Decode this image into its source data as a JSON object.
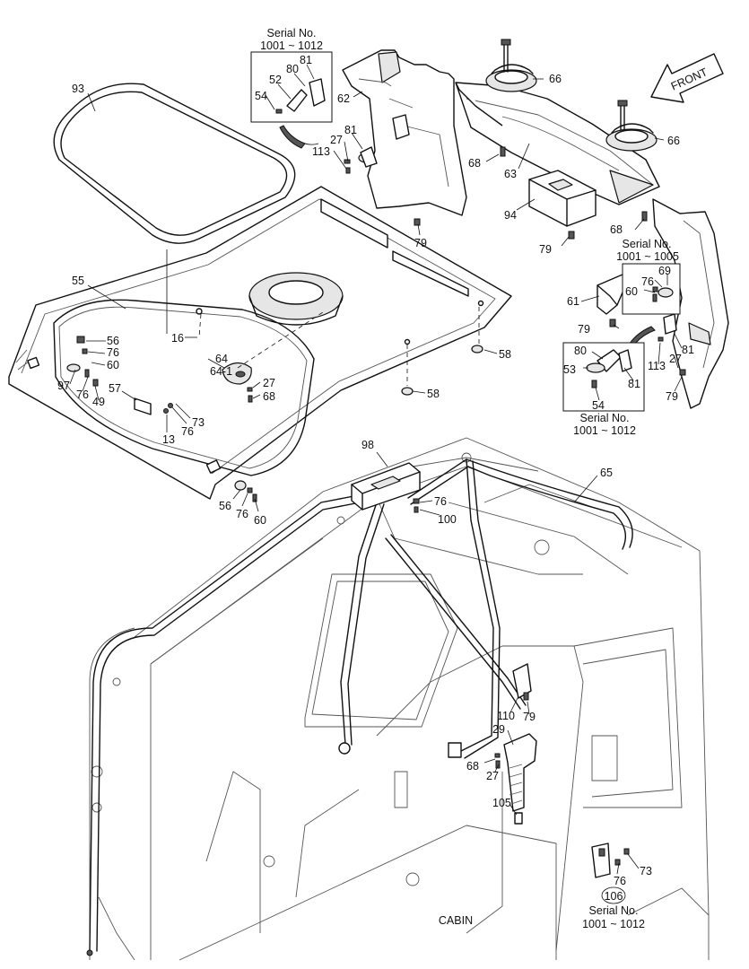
{
  "serial_title": "Serial No.",
  "serial_range_1012": "1001 ~ 1012",
  "serial_range_1005": "1001 ~ 1005",
  "front_label": "FRONT",
  "cabin_label": "CABIN",
  "parts": {
    "p93": "93",
    "p55": "55",
    "p56a": "56",
    "p76a": "76",
    "p60a": "60",
    "p97": "97",
    "p76b": "76",
    "p49": "49",
    "p57": "57",
    "p16": "16",
    "p64": "64",
    "p64_1": "64-1",
    "p27a": "27",
    "p68a": "68",
    "p13": "13",
    "p76c": "76",
    "p73a": "73",
    "p56b": "56",
    "p76d": "76",
    "p60b": "60",
    "p58a": "58",
    "p58b": "58",
    "p54a": "54",
    "p52": "52",
    "p80a": "80",
    "p81a": "81",
    "p62": "62",
    "p81b": "81",
    "p27b": "27",
    "p113a": "113",
    "p79a": "79",
    "p66a": "66",
    "p66b": "66",
    "p68b": "68",
    "p63": "63",
    "p94": "94",
    "p68c": "68",
    "p79b": "79",
    "p61": "61",
    "p76e": "76",
    "p60c": "60",
    "p69": "69",
    "p79c": "79",
    "p81c": "81",
    "p80b": "80",
    "p53": "53",
    "p81d": "81",
    "p54b": "54",
    "p113b": "113",
    "p27c": "27",
    "p79d": "79",
    "p98": "98",
    "p65": "65",
    "p76f": "76",
    "p100": "100",
    "p110": "110",
    "p79e": "79",
    "p29": "29",
    "p68d": "68",
    "p27d": "27",
    "p105": "105",
    "p73b": "73",
    "p76g": "76",
    "p106": "106"
  }
}
